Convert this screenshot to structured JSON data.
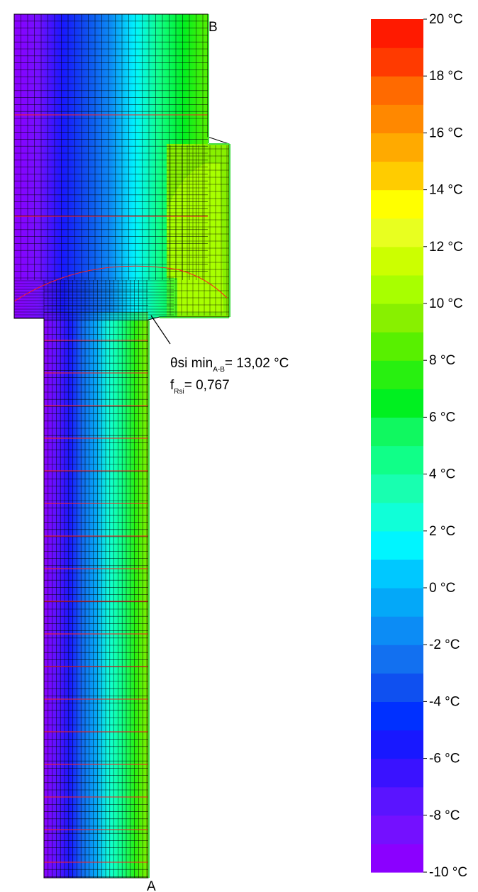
{
  "chart_data": {
    "type": "heatmap",
    "title": "",
    "colorbar": {
      "unit": "°C",
      "min": -10,
      "max": 20,
      "step": 1.25,
      "ticks": [
        {
          "value": 20,
          "label": "20"
        },
        {
          "value": 18,
          "label": "18"
        },
        {
          "value": 16,
          "label": "16"
        },
        {
          "value": 14,
          "label": "14"
        },
        {
          "value": 12,
          "label": "12"
        },
        {
          "value": 10,
          "label": "10"
        },
        {
          "value": 8,
          "label": "8"
        },
        {
          "value": 6,
          "label": "6"
        },
        {
          "value": 4,
          "label": "4"
        },
        {
          "value": 2,
          "label": "2"
        },
        {
          "value": 0,
          "label": "0"
        },
        {
          "value": -2,
          "label": "-2"
        },
        {
          "value": -4,
          "label": "-4"
        },
        {
          "value": -6,
          "label": "-6"
        },
        {
          "value": -8,
          "label": "-8"
        },
        {
          "value": -10,
          "label": "-10"
        }
      ],
      "colors": [
        "#8B00FF",
        "#7410FF",
        "#5A14FF",
        "#3A12FF",
        "#1818FF",
        "#0030FF",
        "#0F50F0",
        "#1270F0",
        "#0C8CF5",
        "#04A8F8",
        "#00C8FF",
        "#00F5FF",
        "#10FFD8",
        "#18FFB0",
        "#10FF88",
        "#10F860",
        "#00F020",
        "#28F010",
        "#58F000",
        "#88F000",
        "#A8FF00",
        "#CCFF00",
        "#E8FF20",
        "#FFFF00",
        "#FFCC00",
        "#FFAA00",
        "#FF8800",
        "#FF6A00",
        "#FF3A00",
        "#FF1A00"
      ]
    },
    "field": {
      "point_labels": {
        "top": "B",
        "bottom": "A"
      },
      "x_temps": [
        -10,
        -7.5,
        -4,
        -1,
        2,
        5.5,
        8.5,
        11.5,
        14
      ],
      "upper_x_temps": [
        -10,
        -8,
        -5,
        -2,
        1,
        4,
        7.5,
        10.5,
        13
      ],
      "frame_temp": 14
    },
    "annotation": {
      "theta_symbol": "θ",
      "theta_text": "si min",
      "theta_sub": "A-B",
      "theta_value": "= 13,02 °C",
      "f_text": "f",
      "f_sub": "Rsi",
      "f_value": "= 0,767"
    }
  }
}
